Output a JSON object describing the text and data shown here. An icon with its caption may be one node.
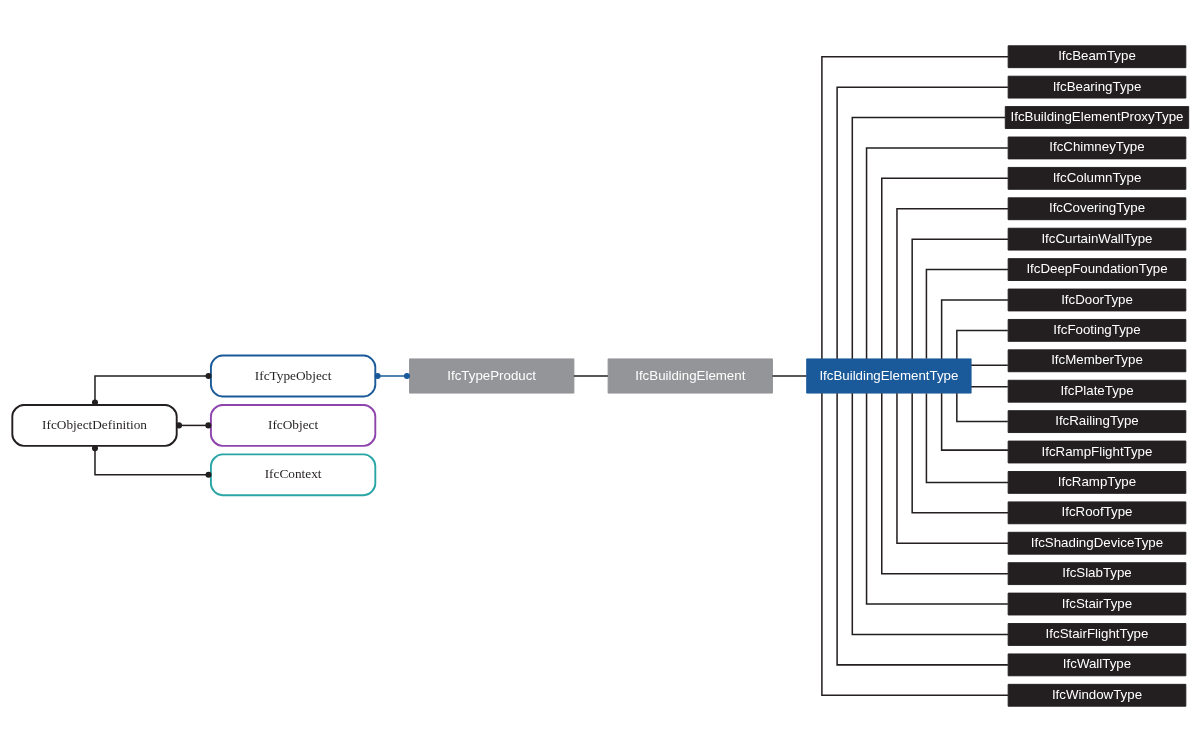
{
  "diagram": {
    "nodes": [
      {
        "text": [
          "IfcObjectDefinition"
        ]
      },
      {
        "text": [
          "IfcTypeObject"
        ]
      },
      {
        "text": [
          "IfcObject"
        ]
      },
      {
        "text": [
          "IfcContext"
        ]
      },
      {
        "text": [
          "IfcTypeProduct"
        ]
      },
      {
        "text": [
          "IfcBuildingElement"
        ]
      },
      {
        "text": [
          "IfcBuildingElementType"
        ]
      },
      {
        "text": [
          "IfcBeamType"
        ]
      },
      {
        "text": [
          "IfcBearingType"
        ]
      },
      {
        "text": [
          "IfcBuildingElementProxyType"
        ]
      },
      {
        "text": [
          "IfcChimneyType"
        ]
      },
      {
        "text": [
          "IfcColumnType"
        ]
      },
      {
        "text": [
          "IfcCoveringType"
        ]
      },
      {
        "text": [
          "IfcCurtainWallType"
        ]
      },
      {
        "text": [
          "IfcDeepFoundationType"
        ]
      },
      {
        "text": [
          "IfcDoorType"
        ]
      },
      {
        "text": [
          "IfcFootingType"
        ]
      },
      {
        "text": [
          "IfcMemberType"
        ]
      },
      {
        "text": [
          "IfcPlateType"
        ]
      },
      {
        "text": [
          "IfcRailingType"
        ]
      },
      {
        "text": [
          "IfcRampFlightType"
        ]
      },
      {
        "text": [
          "IfcRampType"
        ]
      },
      {
        "text": [
          "IfcRoofType"
        ]
      },
      {
        "text": [
          "IfcShadingDeviceType"
        ]
      },
      {
        "text": [
          "IfcSlabType"
        ]
      },
      {
        "text": [
          "IfcStairType"
        ]
      },
      {
        "text": [
          "IfcStairFlightType"
        ]
      },
      {
        "text": [
          "IfcWallType"
        ]
      },
      {
        "text": [
          "IfcWindowType"
        ]
      }
    ],
    "edges": [
      {
        "from": 0,
        "to": 1,
        "arrow": "other"
      },
      {
        "from": 0,
        "to": 2,
        "arrow": "other"
      },
      {
        "from": 0,
        "to": 3,
        "arrow": "other"
      },
      {
        "from": 1,
        "to": 4,
        "arrow": "other",
        "color": "#1a5a9a"
      },
      {
        "from": 4,
        "to": 5,
        "arrow": "none"
      },
      {
        "from": 5,
        "to": 6,
        "arrow": "none"
      },
      {
        "from": 6,
        "to": 7,
        "arrow": "none"
      },
      {
        "from": 6,
        "to": 8,
        "arrow": "none"
      },
      {
        "from": 6,
        "to": 9,
        "arrow": "none"
      },
      {
        "from": 6,
        "to": 10,
        "arrow": "none"
      },
      {
        "from": 6,
        "to": 11,
        "arrow": "none"
      },
      {
        "from": 6,
        "to": 12,
        "arrow": "none"
      },
      {
        "from": 6,
        "to": 13,
        "arrow": "none"
      },
      {
        "from": 6,
        "to": 14,
        "arrow": "none"
      },
      {
        "from": 6,
        "to": 15,
        "arrow": "none"
      },
      {
        "from": 6,
        "to": 16,
        "arrow": "none"
      },
      {
        "from": 6,
        "to": 17,
        "arrow": "none"
      },
      {
        "from": 6,
        "to": 18,
        "arrow": "none"
      },
      {
        "from": 6,
        "to": 19,
        "arrow": "none"
      },
      {
        "from": 6,
        "to": 20,
        "arrow": "none"
      },
      {
        "from": 6,
        "to": 21,
        "arrow": "none"
      },
      {
        "from": 6,
        "to": 22,
        "arrow": "none"
      },
      {
        "from": 6,
        "to": 23,
        "arrow": "none"
      },
      {
        "from": 6,
        "to": 24,
        "arrow": "none"
      },
      {
        "from": 6,
        "to": 25,
        "arrow": "none"
      },
      {
        "from": 6,
        "to": 26,
        "arrow": "none"
      },
      {
        "from": 6,
        "to": 27,
        "arrow": "none"
      },
      {
        "from": 6,
        "to": 28,
        "arrow": "none"
      }
    ]
  }
}
